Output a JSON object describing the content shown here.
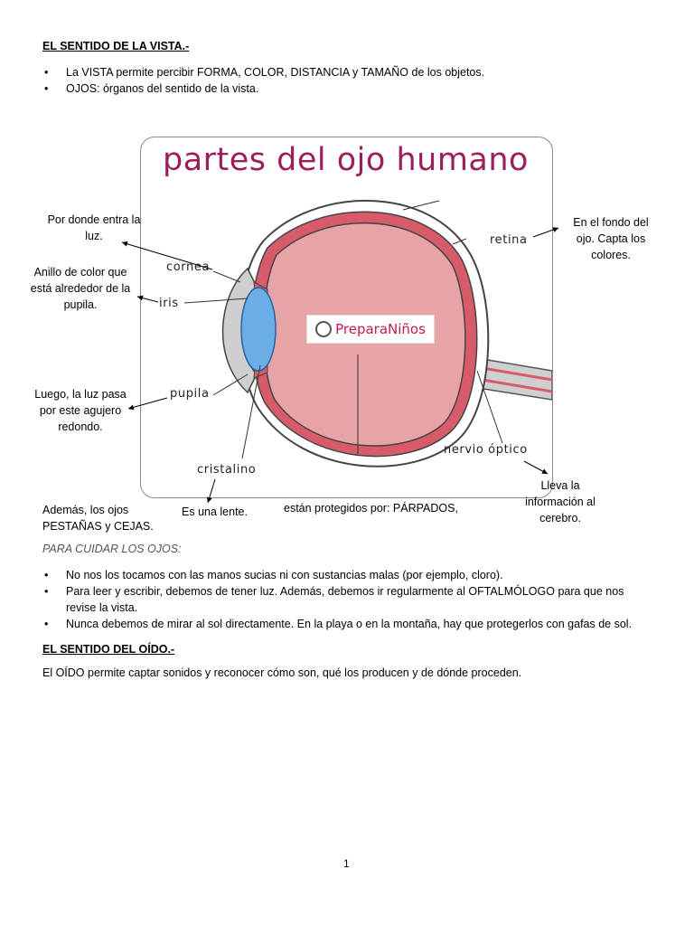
{
  "vista": {
    "heading": "EL SENTIDO DE LA VISTA.-",
    "bullets": [
      "La VISTA permite percibir FORMA, COLOR, DISTANCIA y TAMAÑO de los objetos.",
      "OJOS: órganos del sentido de la vista."
    ]
  },
  "figure": {
    "title": "partes del ojo humano",
    "labels": {
      "cornea": "cornea",
      "iris": "iris",
      "pupila": "pupila",
      "cristalino": "cristalino",
      "retina": "retina",
      "nervio": "nervio óptico"
    },
    "logo": "PreparaNiños"
  },
  "notes": {
    "cornea": "Por donde entra la luz.",
    "iris": "Anillo de color que está alrededor de la pupila.",
    "pupila": "Luego, la luz pasa por este agujero redondo.",
    "retina": "En el fondo del ojo. Capta los colores.",
    "nervio": "Lleva la información al cerebro.",
    "cristalino": "Es una lente."
  },
  "proteccion": {
    "part1": "Además, los ojos",
    "part2": "PESTAÑAS y CEJAS.",
    "part3": "están protegidos por: PÁRPADOS,"
  },
  "cuidar": {
    "heading": "PARA CUIDAR LOS OJOS:",
    "bullets": [
      "No nos los tocamos con las manos sucias ni con sustancias malas (por ejemplo, cloro).",
      "Para leer y escribir, debemos de tener luz. Además, debemos ir regularmente al OFTALMÓLOGO para que nos revise la vista.",
      "Nunca debemos de mirar al sol directamente. En la playa o en la montaña, hay que protegerlos con gafas de sol."
    ]
  },
  "oido": {
    "heading": "EL SENTIDO DEL OÍDO.-",
    "text": "El OÍDO permite captar sonidos y reconocer cómo son, qué los producen y de dónde proceden."
  },
  "page_number": "1",
  "colors": {
    "title": "#9c1f5b",
    "eye_inner": "#e8a3a7",
    "eye_wall": "#d85b6a",
    "lens": "#6aaee8"
  }
}
